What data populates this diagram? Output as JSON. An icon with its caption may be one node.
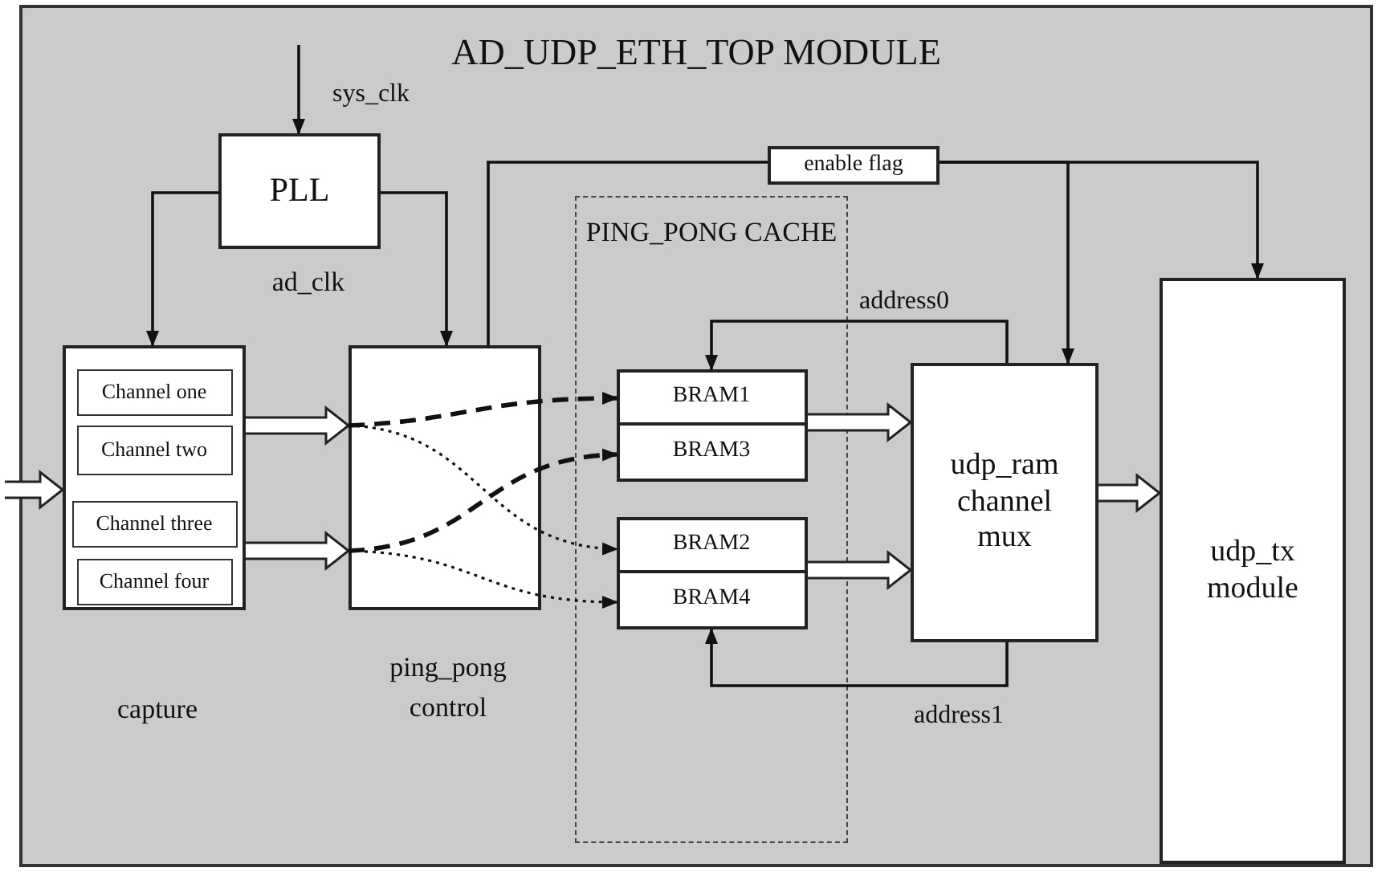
{
  "diagram": {
    "nodes": [
      {
        "text": [
          "AD_UDP_ETH_TOP MODULE"
        ]
      },
      {
        "text": [
          "PLL"
        ],
        "beside": [
          "ad_clk"
        ],
        "in": 0
      },
      {
        "text": [],
        "shape": "box",
        "beside": [
          "capture"
        ],
        "in": 0
      },
      {
        "text": [
          "Channel one"
        ],
        "in": 2
      },
      {
        "text": [
          "Channel two"
        ],
        "in": 2
      },
      {
        "text": [
          "Channel three"
        ],
        "in": 2
      },
      {
        "text": [
          "Channel four"
        ],
        "in": 2
      },
      {
        "text": [],
        "shape": "box",
        "beside": [
          "ping_pong control"
        ],
        "in": 0
      },
      {
        "text": [
          "PING_PONG CACHE"
        ],
        "in": 0
      },
      {
        "text": [
          "BRAM1"
        ],
        "in": 8
      },
      {
        "text": [
          "BRAM3"
        ],
        "in": 8
      },
      {
        "text": [
          "BRAM2"
        ],
        "in": 8
      },
      {
        "text": [
          "BRAM4"
        ],
        "in": 8
      },
      {
        "text": [
          "udp_ram channel mux"
        ],
        "in": 0
      },
      {
        "text": [
          "udp_tx module"
        ],
        "in": 0
      },
      {
        "text": [
          "enable flag"
        ],
        "in": 0
      }
    ],
    "edges": [
      {
        "from": null,
        "to": 1,
        "arrow": "to",
        "label": "sys_clk"
      },
      {
        "from": 1,
        "to": 2,
        "arrow": "to"
      },
      {
        "from": 1,
        "to": 7,
        "arrow": "to"
      },
      {
        "from": null,
        "to": 2,
        "arrow": "to",
        "style": "thick"
      },
      {
        "from": 2,
        "to": 7,
        "arrow": "to",
        "style": "thick"
      },
      {
        "from": 2,
        "to": 7,
        "arrow": "to",
        "style": "thick"
      },
      {
        "from": 7,
        "to": 9,
        "arrow": "to",
        "style": "dashed"
      },
      {
        "from": 7,
        "to": 10,
        "arrow": "to",
        "style": "dashed"
      },
      {
        "from": 7,
        "to": 11,
        "arrow": "to",
        "style": "dashed"
      },
      {
        "from": 7,
        "to": 12,
        "arrow": "to",
        "style": "dashed"
      },
      {
        "from": 9,
        "to": 13,
        "arrow": "to",
        "style": "thick"
      },
      {
        "from": 11,
        "to": 13,
        "arrow": "to",
        "style": "thick"
      },
      {
        "from": 13,
        "to": 9,
        "arrow": "to",
        "label": "address0"
      },
      {
        "from": 13,
        "to": 12,
        "arrow": "to",
        "label": "address1"
      },
      {
        "from": 13,
        "to": 14,
        "arrow": "to",
        "style": "thick"
      },
      {
        "from": 7,
        "to": 15,
        "arrow": "none"
      },
      {
        "from": 15,
        "to": 13,
        "arrow": "to"
      },
      {
        "from": 15,
        "to": 14,
        "arrow": "to"
      }
    ]
  }
}
